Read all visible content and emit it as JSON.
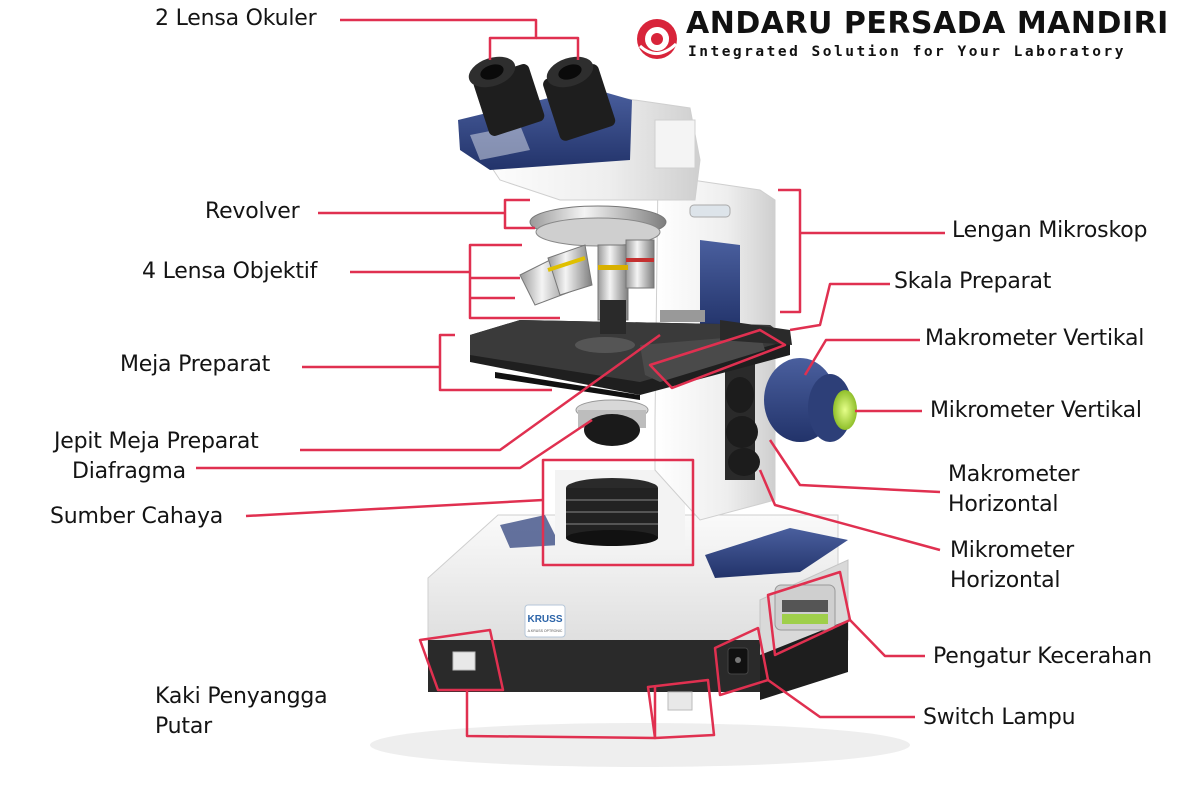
{
  "brand": {
    "name": "ANDARU PERSADA MANDIRI",
    "tagline": "Integrated Solution for Your Laboratory",
    "logo_icon": "apm-swirl-logo-icon",
    "logo_color": "#d8243a"
  },
  "microscope": {
    "badge_text": "KRUSS",
    "badge_subtext": "A.KRUSS OPTRONIC",
    "colors": {
      "body": "#f2f2f2",
      "accent_blue": "#2b3f7a",
      "base_dark": "#2a2a2a",
      "knob_green": "#b8e04a"
    }
  },
  "annotation_color": "#e03050",
  "labels": {
    "okuler": "2 Lensa Okuler",
    "revolver": "Revolver",
    "objektif": "4 Lensa Objektif",
    "meja": "Meja Preparat",
    "jepit": "Jepit Meja Preparat",
    "diafragma": "Diafragma",
    "sumber": "Sumber Cahaya",
    "kaki_1": "Kaki Penyangga",
    "kaki_2": "Putar",
    "lengan": "Lengan Mikroskop",
    "skala": "Skala Preparat",
    "makro_v": "Makrometer Vertikal",
    "mikro_v": "Mikrometer Vertikal",
    "makro_h_1": "Makrometer",
    "makro_h_2": "Horizontal",
    "mikro_h_1": "Mikrometer",
    "mikro_h_2": "Horizontal",
    "kecerahan": "Pengatur Kecerahan",
    "switch": "Switch Lampu"
  }
}
